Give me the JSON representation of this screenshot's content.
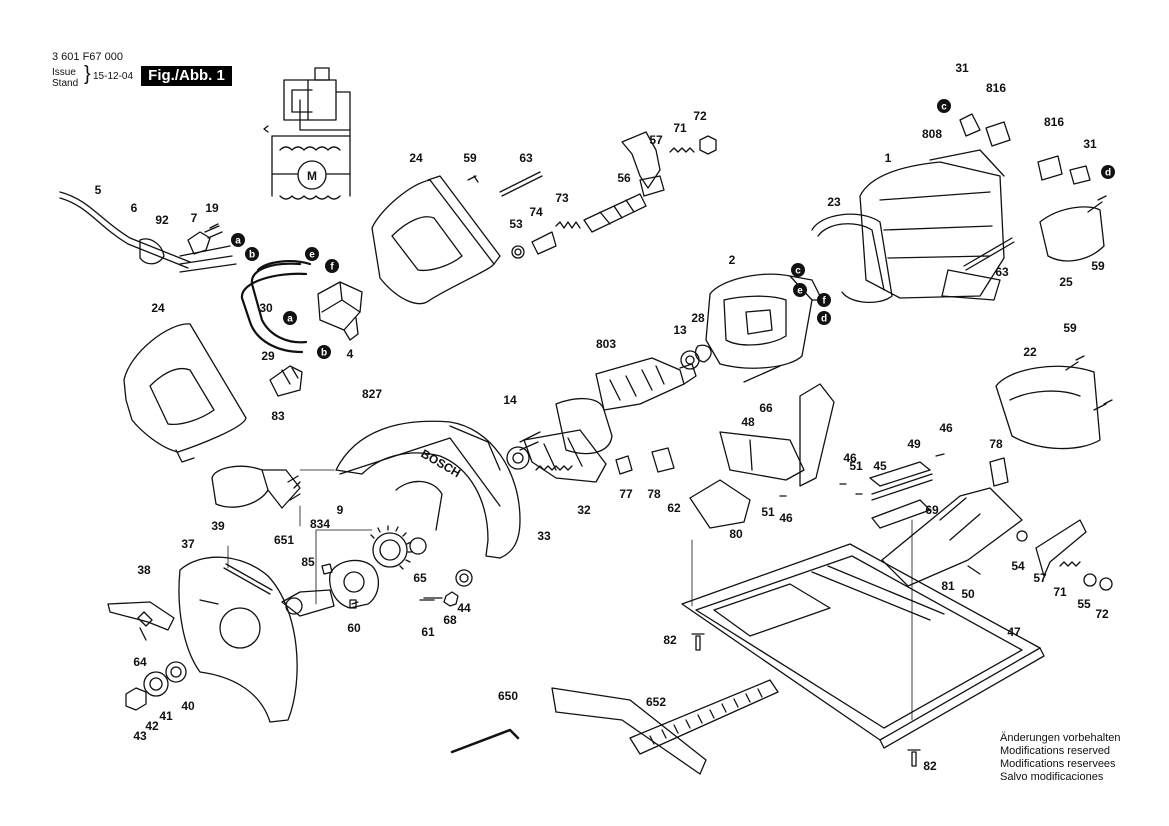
{
  "header": {
    "code": "3 601 F67 000",
    "issue": "Issue",
    "stand": "Stand",
    "date": "15-12-04",
    "figure": "Fig./Abb. 1"
  },
  "notes": [
    "Änderungen vorbehalten",
    "Modifications reserved",
    "Modifications reservees",
    "Salvo modificaciones"
  ],
  "connectors": [
    "a",
    "b",
    "c",
    "d",
    "e",
    "f"
  ],
  "part_labels": [
    "1",
    "2",
    "4",
    "5",
    "6",
    "7",
    "9",
    "13",
    "14",
    "19",
    "22",
    "23",
    "24",
    "25",
    "28",
    "29",
    "30",
    "31",
    "32",
    "33",
    "37",
    "38",
    "39",
    "40",
    "41",
    "42",
    "43",
    "44",
    "45",
    "46",
    "47",
    "48",
    "49",
    "50",
    "51",
    "53",
    "54",
    "55",
    "56",
    "57",
    "59",
    "60",
    "61",
    "62",
    "63",
    "64",
    "65",
    "66",
    "68",
    "69",
    "71",
    "72",
    "73",
    "74",
    "77",
    "78",
    "80",
    "81",
    "82",
    "83",
    "85",
    "92",
    "650",
    "651",
    "652",
    "803",
    "808",
    "816",
    "827",
    "834"
  ],
  "brand": "BOSCH",
  "symbols": {
    "motor": "M"
  }
}
